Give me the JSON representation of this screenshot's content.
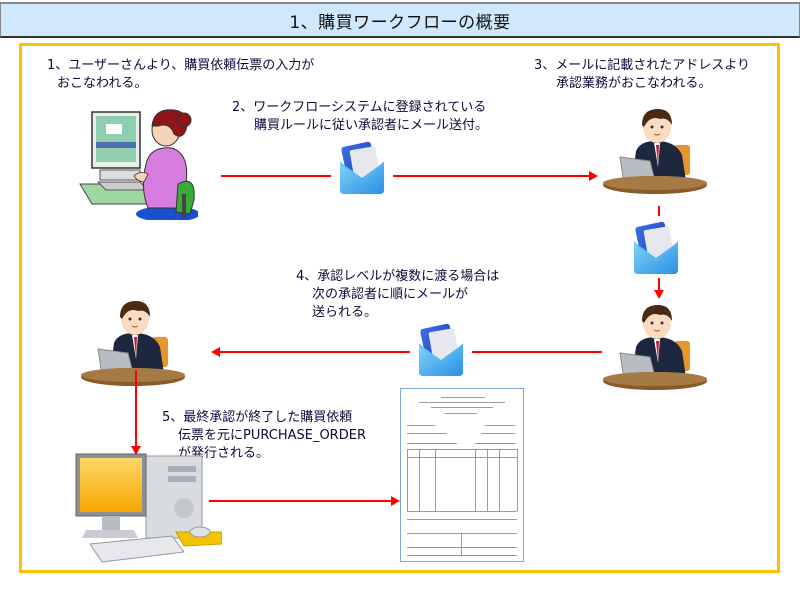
{
  "title": "1、購買ワークフローの概要",
  "colors": {
    "title_bg": "#cfe8fb",
    "frame_border": "#ffc000",
    "arrow": "#ff0000",
    "text": "#0b0b3b"
  },
  "steps": [
    {
      "id": 1,
      "lines": [
        "1、ユーザーさんより、購買依頼伝票の入力が",
        "おこなわれる。"
      ]
    },
    {
      "id": 2,
      "lines": [
        "2、ワークフローシステムに登録されている",
        "購買ルールに従い承認者にメール送付。"
      ]
    },
    {
      "id": 3,
      "lines": [
        "3、メールに記載されたアドレスより",
        "承認業務がおこなわれる。"
      ]
    },
    {
      "id": 4,
      "lines": [
        "4、承認レベルが複数に渡る場合は",
        "次の承認者に順にメールが",
        "送られる。"
      ]
    },
    {
      "id": 5,
      "lines": [
        "5、最終承認が終了した購買依頼",
        "伝票を元にPURCHASE_ORDER",
        "が発行される。"
      ]
    }
  ],
  "icons": {
    "requester": "woman-at-computer-icon",
    "mail": "mail-envelope-icon",
    "approver": "businessman-at-laptop-icon",
    "desktop": "desktop-computer-icon",
    "purchase_order": "purchase-order-document-icon"
  }
}
